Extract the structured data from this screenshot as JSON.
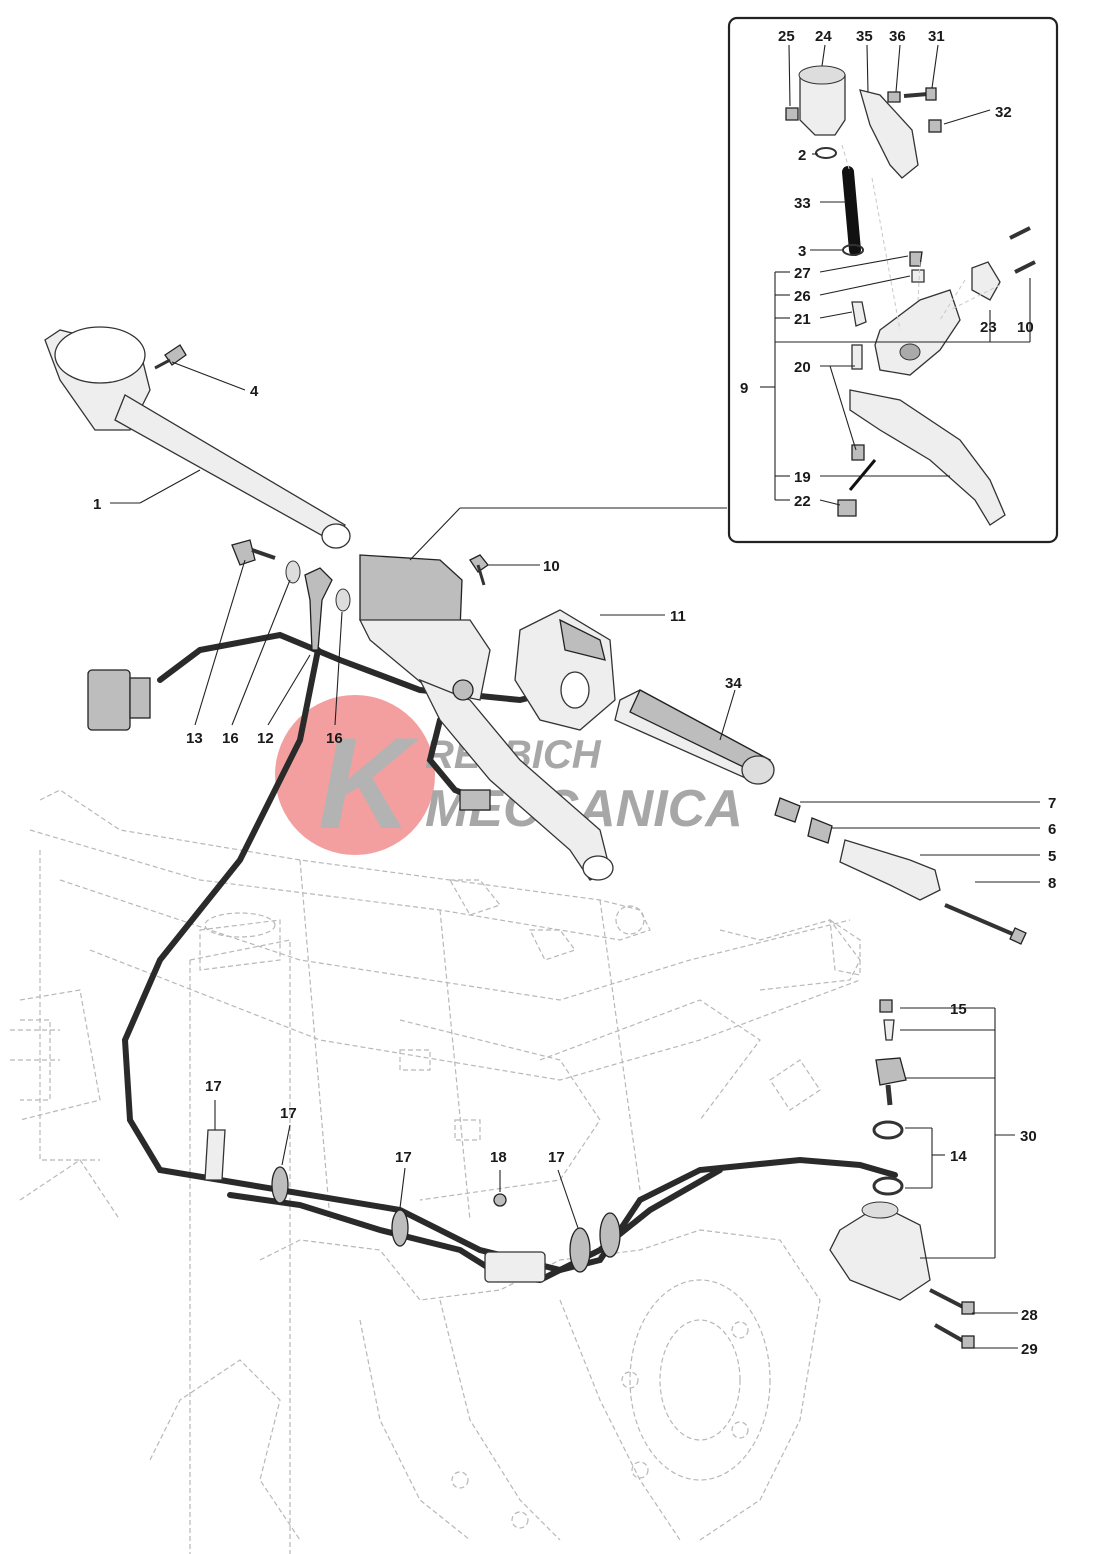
{
  "watermark": {
    "line1": "REJBICH",
    "line2": "MECCANICA",
    "monogram": "K",
    "circle_color": "#f08080",
    "text_color": "#8a8a8a"
  },
  "callouts": [
    {
      "id": "c1",
      "text": "1"
    },
    {
      "id": "c2",
      "text": "2"
    },
    {
      "id": "c3",
      "text": "3"
    },
    {
      "id": "c4",
      "text": "4"
    },
    {
      "id": "c5",
      "text": "5"
    },
    {
      "id": "c6",
      "text": "6"
    },
    {
      "id": "c7",
      "text": "7"
    },
    {
      "id": "c8",
      "text": "8"
    },
    {
      "id": "c9",
      "text": "9"
    },
    {
      "id": "c10a",
      "text": "10"
    },
    {
      "id": "c10b",
      "text": "10"
    },
    {
      "id": "c11",
      "text": "11"
    },
    {
      "id": "c12",
      "text": "12"
    },
    {
      "id": "c13",
      "text": "13"
    },
    {
      "id": "c14",
      "text": "14"
    },
    {
      "id": "c15",
      "text": "15"
    },
    {
      "id": "c16a",
      "text": "16"
    },
    {
      "id": "c16b",
      "text": "16"
    },
    {
      "id": "c17a",
      "text": "17"
    },
    {
      "id": "c17b",
      "text": "17"
    },
    {
      "id": "c17c",
      "text": "17"
    },
    {
      "id": "c17d",
      "text": "17"
    },
    {
      "id": "c18",
      "text": "18"
    },
    {
      "id": "c19",
      "text": "19"
    },
    {
      "id": "c20",
      "text": "20"
    },
    {
      "id": "c21",
      "text": "21"
    },
    {
      "id": "c22",
      "text": "22"
    },
    {
      "id": "c23",
      "text": "23"
    },
    {
      "id": "c24",
      "text": "24"
    },
    {
      "id": "c25",
      "text": "25"
    },
    {
      "id": "c26",
      "text": "26"
    },
    {
      "id": "c27",
      "text": "27"
    },
    {
      "id": "c28",
      "text": "28"
    },
    {
      "id": "c29",
      "text": "29"
    },
    {
      "id": "c30",
      "text": "30"
    },
    {
      "id": "c31",
      "text": "31"
    },
    {
      "id": "c32",
      "text": "32"
    },
    {
      "id": "c33",
      "text": "33"
    },
    {
      "id": "c34",
      "text": "34"
    },
    {
      "id": "c35",
      "text": "35"
    },
    {
      "id": "c36",
      "text": "36"
    }
  ]
}
